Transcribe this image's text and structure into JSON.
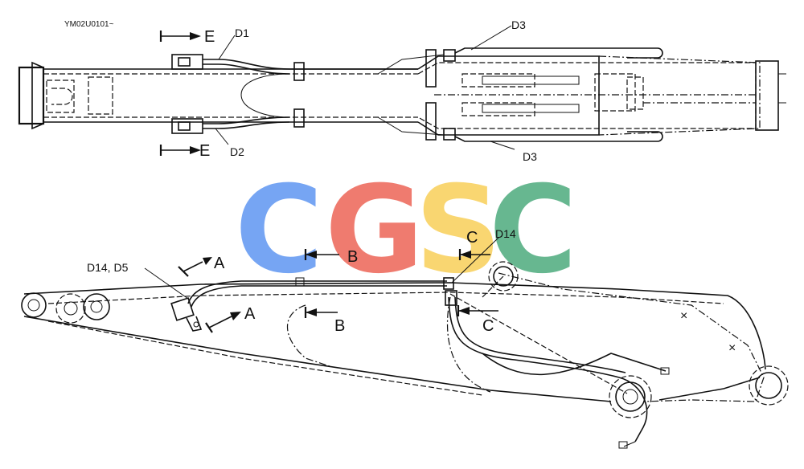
{
  "drawing_code": "YM02U0101~",
  "watermark": {
    "letters": [
      "C",
      "G",
      "S",
      "C"
    ],
    "colors": [
      "#6fa1f3",
      "#ef7468",
      "#f9d46a",
      "#5fb48b"
    ]
  },
  "top_view": {
    "labels": {
      "view_e_top": "E",
      "view_e_bottom": "E",
      "hose_d1": "D1",
      "hose_d2": "D2",
      "hose_d3_top": "D3",
      "hose_d3_bottom": "D3"
    }
  },
  "side_view": {
    "labels": {
      "hose_d14_d5": "D14, D5",
      "hose_d14": "D14",
      "view_a_top": "A",
      "view_a_bottom": "A",
      "view_b_top": "B",
      "view_b_bottom": "B",
      "view_c_top": "C",
      "view_c_bottom": "C"
    }
  }
}
